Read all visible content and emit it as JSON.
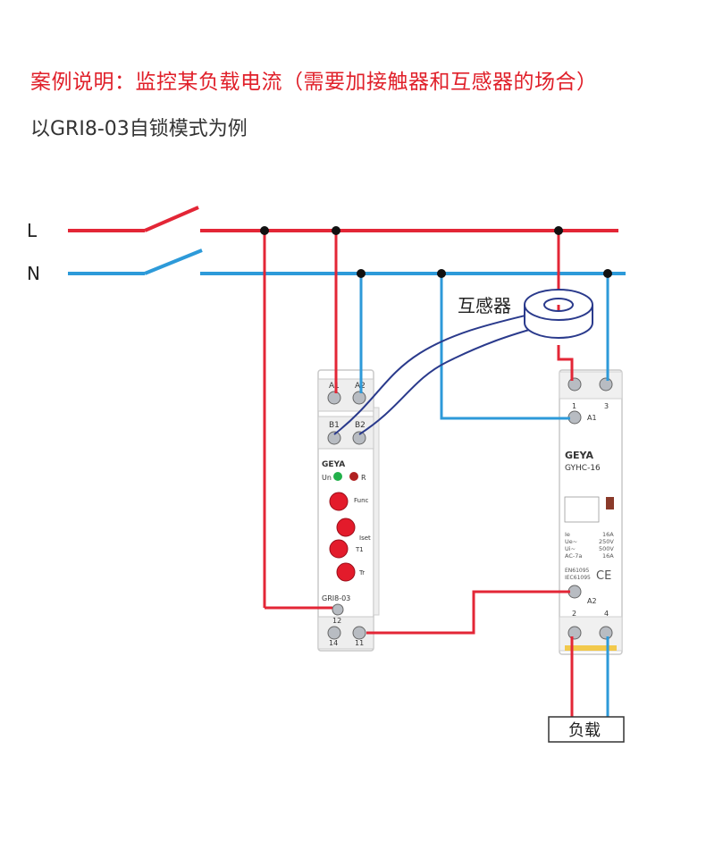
{
  "heading": {
    "title": "案例说明：监控某负载电流（需要加接触器和互感器的场合）",
    "subtitle": "以GRI8-03自锁模式为例"
  },
  "lines": {
    "live": "L",
    "neutral": "N"
  },
  "ct": {
    "label": "互感器"
  },
  "relay": {
    "brand": "GEYA",
    "model": "GRI8-03",
    "terminals_top": [
      "A1",
      "A2"
    ],
    "terminals_input": [
      "B1",
      "B2"
    ],
    "terminals_bottom": [
      "12",
      "14",
      "11"
    ],
    "led_on": "Un",
    "led_relay": "R",
    "knobs": [
      "Func",
      "Iset",
      "T1",
      "Tr"
    ]
  },
  "contactor": {
    "brand": "GEYA",
    "model": "GYHC-16",
    "terminals_top_labels": [
      "1",
      "3"
    ],
    "coil_a1": "A1",
    "coil_a2": "A2",
    "terminals_bottom_labels": [
      "2",
      "4"
    ],
    "specs_left": [
      "Ie",
      "Ue~",
      "Ui~",
      "AC-7a"
    ],
    "specs_right": [
      "16A",
      "250V",
      "500V",
      "16A"
    ],
    "standards": [
      "EN61095",
      "IEC61095"
    ],
    "ce": "CE"
  },
  "load": {
    "label": "负载"
  },
  "colors": {
    "live": "#e32636",
    "neutral": "#2d9ad9",
    "ct_cable": "#2a3a8c",
    "title": "#e0202a"
  }
}
